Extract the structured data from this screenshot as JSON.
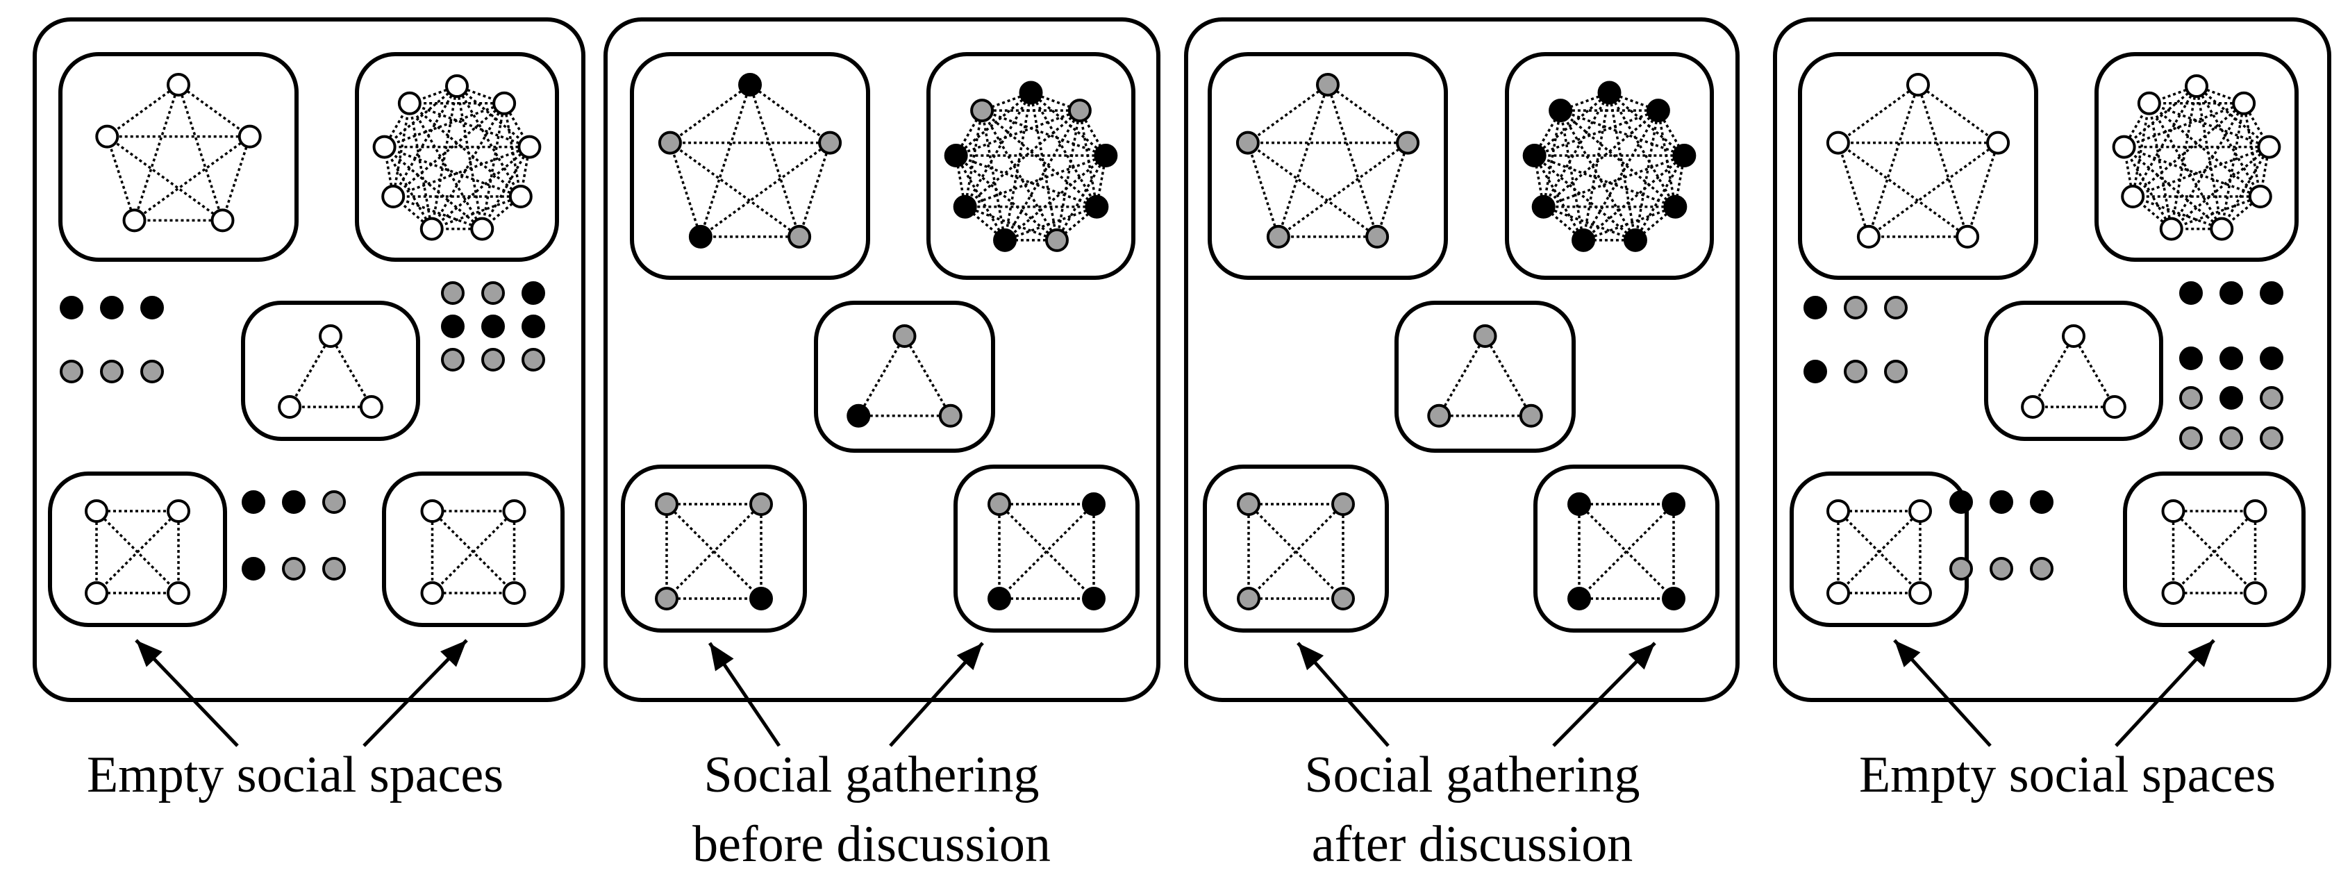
{
  "colors": {
    "empty": "#ffffff",
    "grey": "#a0a0a0",
    "black": "#000000",
    "stroke": "#000000"
  },
  "panels": [
    {
      "caption_lines": [
        "Empty social spaces"
      ],
      "groups": [
        {
          "size": 5,
          "colors": [
            "empty",
            "empty",
            "empty",
            "empty",
            "empty"
          ]
        },
        {
          "size": 9,
          "colors": [
            "empty",
            "empty",
            "empty",
            "empty",
            "empty",
            "empty",
            "empty",
            "empty",
            "empty"
          ]
        },
        {
          "size": 3,
          "colors": [
            "empty",
            "empty",
            "empty"
          ]
        },
        {
          "size": 4,
          "colors": [
            "empty",
            "empty",
            "empty",
            "empty"
          ]
        },
        {
          "size": 4,
          "colors": [
            "empty",
            "empty",
            "empty",
            "empty"
          ]
        }
      ],
      "free_agents": [
        [
          "black",
          "black",
          "black"
        ],
        [
          "grey",
          "grey",
          "grey"
        ],
        [
          "grey",
          "grey",
          "black"
        ],
        [
          "black",
          "black",
          "black"
        ],
        [
          "grey",
          "grey",
          "grey"
        ],
        [
          "black",
          "black",
          "grey"
        ],
        [
          "black",
          "grey",
          "grey"
        ]
      ]
    },
    {
      "caption_lines": [
        "Social gathering",
        "before discussion"
      ],
      "groups": [
        {
          "size": 5,
          "colors": [
            "black",
            "grey",
            "grey",
            "black",
            "grey"
          ]
        },
        {
          "size": 9,
          "colors": [
            "black",
            "grey",
            "black",
            "black",
            "grey",
            "black",
            "black",
            "black",
            "grey"
          ]
        },
        {
          "size": 3,
          "colors": [
            "grey",
            "grey",
            "black"
          ]
        },
        {
          "size": 4,
          "colors": [
            "grey",
            "grey",
            "grey",
            "black"
          ]
        },
        {
          "size": 4,
          "colors": [
            "grey",
            "black",
            "black",
            "black"
          ]
        }
      ],
      "free_agents": []
    },
    {
      "caption_lines": [
        "Social gathering",
        "after discussion"
      ],
      "groups": [
        {
          "size": 5,
          "colors": [
            "grey",
            "grey",
            "grey",
            "grey",
            "grey"
          ]
        },
        {
          "size": 9,
          "colors": [
            "black",
            "black",
            "black",
            "black",
            "black",
            "black",
            "black",
            "black",
            "black"
          ]
        },
        {
          "size": 3,
          "colors": [
            "grey",
            "grey",
            "grey"
          ]
        },
        {
          "size": 4,
          "colors": [
            "grey",
            "grey",
            "grey",
            "grey"
          ]
        },
        {
          "size": 4,
          "colors": [
            "black",
            "black",
            "black",
            "black"
          ]
        }
      ],
      "free_agents": []
    },
    {
      "caption_lines": [
        "Empty social spaces"
      ],
      "groups": [
        {
          "size": 5,
          "colors": [
            "empty",
            "empty",
            "empty",
            "empty",
            "empty"
          ]
        },
        {
          "size": 9,
          "colors": [
            "empty",
            "empty",
            "empty",
            "empty",
            "empty",
            "empty",
            "empty",
            "empty",
            "empty"
          ]
        },
        {
          "size": 3,
          "colors": [
            "empty",
            "empty",
            "empty"
          ]
        },
        {
          "size": 4,
          "colors": [
            "empty",
            "empty",
            "empty",
            "empty"
          ]
        },
        {
          "size": 4,
          "colors": [
            "empty",
            "empty",
            "empty",
            "empty"
          ]
        }
      ],
      "free_agents": [
        [
          "black",
          "grey",
          "grey"
        ],
        [
          "black",
          "grey",
          "grey"
        ],
        [
          "black",
          "black",
          "black"
        ],
        [
          "black",
          "black",
          "black"
        ],
        [
          "grey",
          "black",
          "grey"
        ],
        [
          "grey",
          "grey",
          "grey"
        ],
        [
          "black",
          "black",
          "black"
        ],
        [
          "grey",
          "grey",
          "grey"
        ]
      ]
    }
  ]
}
